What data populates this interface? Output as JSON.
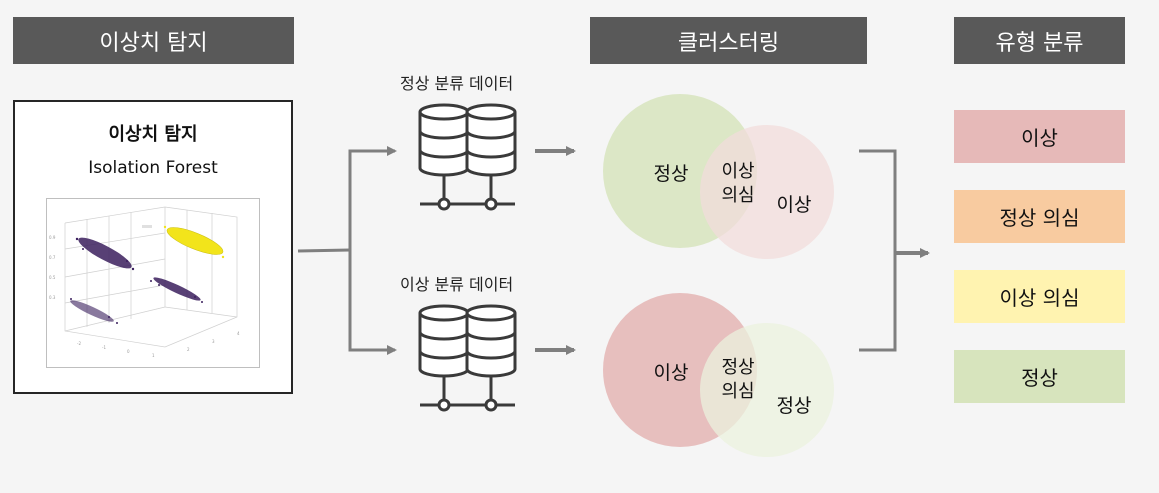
{
  "headers": {
    "detection": "이상치  탐지",
    "clustering": "클러스터링",
    "type_classification": "유형 분류"
  },
  "model_box": {
    "title": "이상치 탐지",
    "subtitle": "Isolation Forest"
  },
  "databases": {
    "top_label": "정상 분류 데이터",
    "bottom_label": "이상 분류 데이터"
  },
  "venn_top": {
    "left": "정상",
    "overlap_line1": "이상",
    "overlap_line2": "의심",
    "right": "이상",
    "left_color": "#d7e4bd",
    "right_color": "#f2dcdb"
  },
  "venn_bottom": {
    "left": "이상",
    "overlap_line1": "정상",
    "overlap_line2": "의심",
    "right": "정상",
    "left_color": "#e6b9b8",
    "right_color": "#ebf1de"
  },
  "categories": [
    {
      "label": "이상",
      "color": "#e6b9b8"
    },
    {
      "label": "정상 의심",
      "color": "#f8cba0"
    },
    {
      "label": "이상 의심",
      "color": "#fff3b0"
    },
    {
      "label": "정상",
      "color": "#d7e4bd"
    }
  ],
  "colors": {
    "header_bg": "#595959",
    "arrow": "#7f7f7f",
    "scatter_purple": "#3b1f5e",
    "scatter_yellow": "#f2e41b"
  }
}
